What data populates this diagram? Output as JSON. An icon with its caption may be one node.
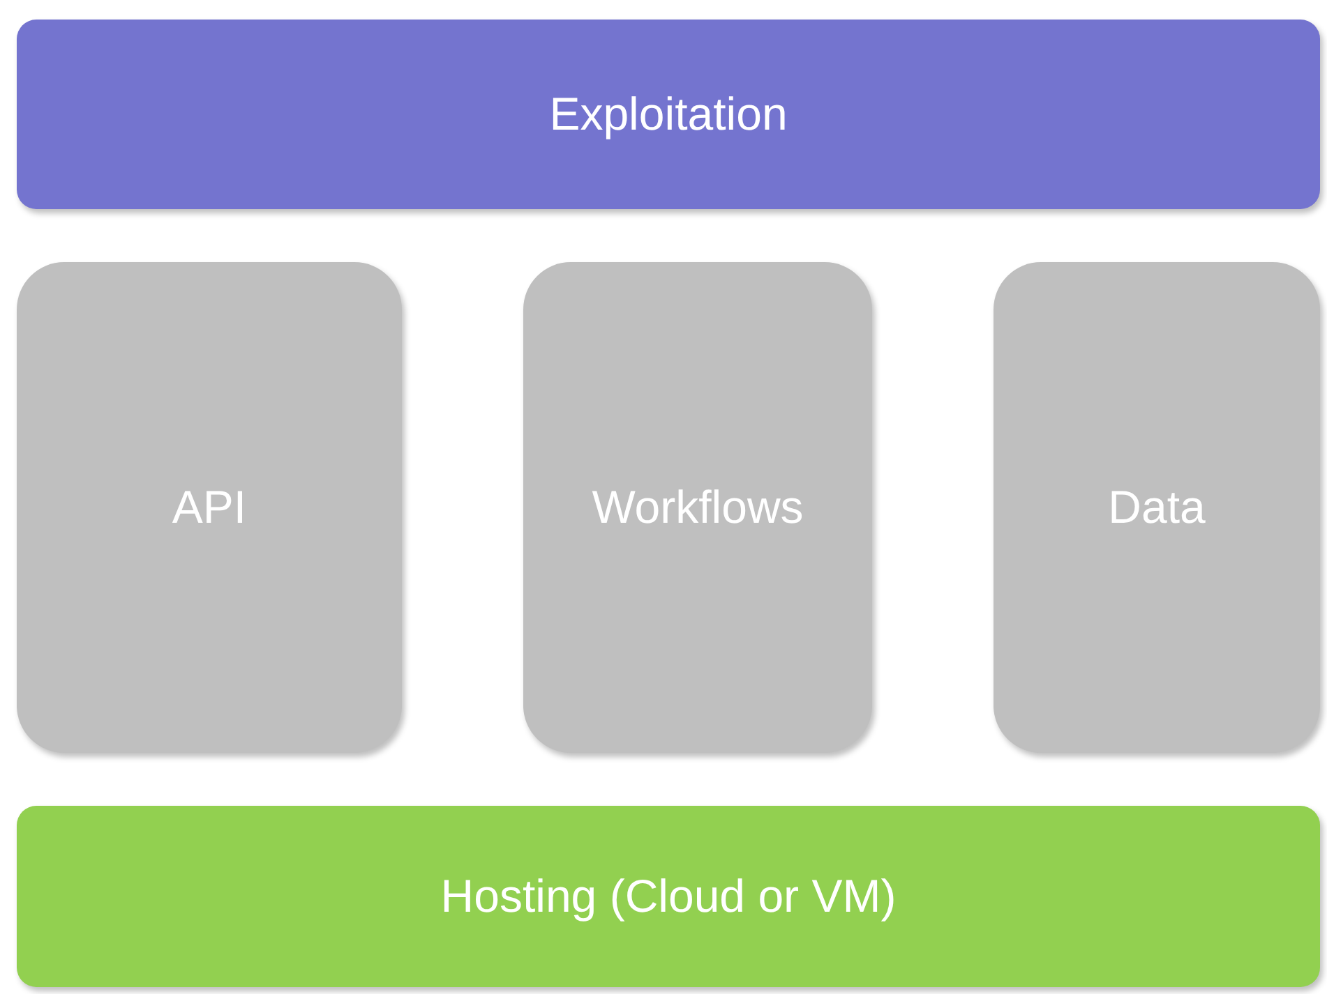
{
  "diagram": {
    "nodes": [
      {
        "text": [
          "Exploitation"
        ]
      },
      {
        "text": [
          "API"
        ]
      },
      {
        "text": [
          "Workflows"
        ]
      },
      {
        "text": [
          "Data"
        ]
      },
      {
        "text": [
          "Hosting (Cloud or VM)"
        ]
      }
    ]
  }
}
